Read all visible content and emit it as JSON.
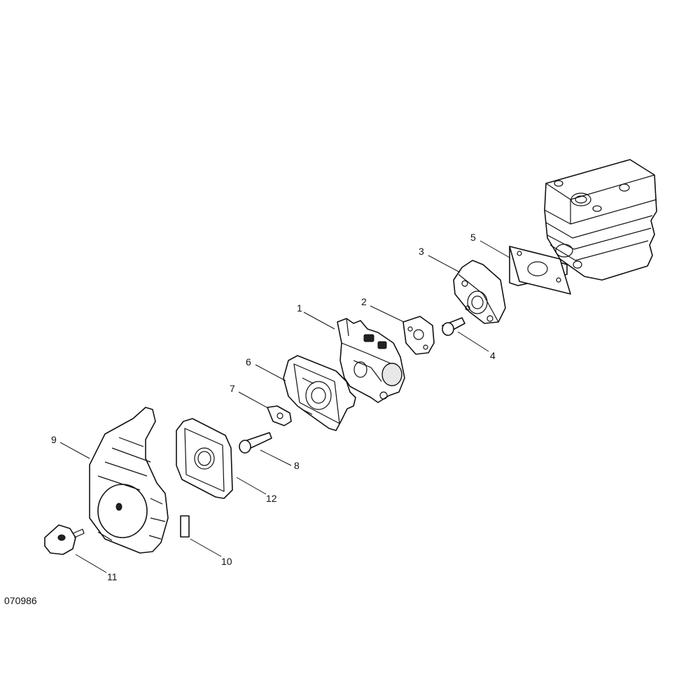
{
  "diagram": {
    "drawing_code": "070986",
    "callouts": [
      {
        "id": "1",
        "text": "1"
      },
      {
        "id": "2",
        "text": "2"
      },
      {
        "id": "3",
        "text": "3"
      },
      {
        "id": "4",
        "text": "4"
      },
      {
        "id": "5",
        "text": "5"
      },
      {
        "id": "6",
        "text": "6"
      },
      {
        "id": "7",
        "text": "7"
      },
      {
        "id": "8",
        "text": "8"
      },
      {
        "id": "9",
        "text": "9"
      },
      {
        "id": "10",
        "text": "10"
      },
      {
        "id": "11",
        "text": "11"
      },
      {
        "id": "12",
        "text": "12"
      }
    ]
  }
}
